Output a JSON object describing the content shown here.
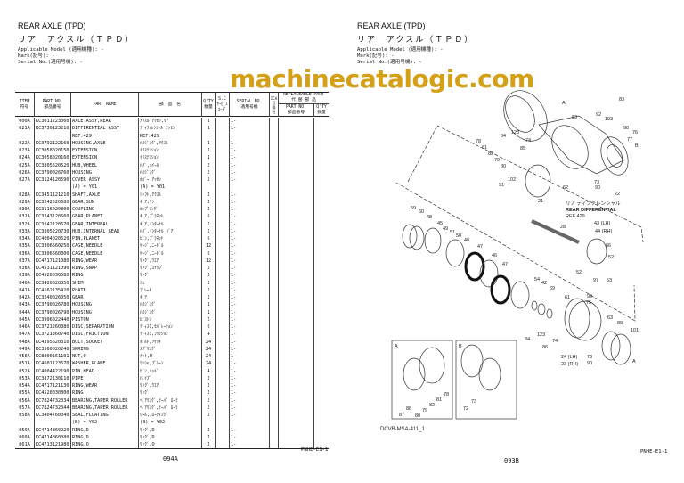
{
  "left_page": {
    "title_en": "REAR AXLE (TPD)",
    "title_jp": "リア　アクスル（ＴＰＤ）",
    "applicable_model": "Applicable Model (適用機種): -",
    "mark": "Mark(記号): -",
    "serial_no": "Serial No.(適用号機): -",
    "headers": {
      "item": "ITEM\n符号",
      "part_no": "PART NO.\n部品番号",
      "part_name": "PART NAME",
      "jp_name": "部　品　名",
      "qty": "Q'TY\n数量",
      "sc": "S.C\nｻｰﾋﾞｽ\nｺｰﾄﾞ",
      "serial": "SERIAL NO.\n適用号機",
      "ica": "ICA\n互\n換\n性",
      "replaceable": "REPLACEABLE PART\n代 替 部 品",
      "rep_part_no": "PART NO.\n部品番号",
      "rep_qty": "Q'TY\n数量"
    },
    "rows": [
      [
        "000A",
        "KC3011223060",
        "AXLE ASSY,REAR",
        "ｱｸｽﾙ ｱｯｾﾝ,ﾘｱ",
        "1",
        "1-"
      ],
      [
        "021A",
        "KC3730123210",
        "DIFFERENTIAL ASSY",
        "ﾃﾞｨﾌｧﾚﾝｼｬﾙ ｱｯｾﾝ",
        "1",
        "1-"
      ],
      [
        "",
        "",
        "REF.429",
        "REF.429",
        "",
        ""
      ],
      [
        "022A",
        "KC3792122160",
        "HOUSING,AXLE",
        "ﾊｳｼﾞﾝｸﾞ,ｱｸｽﾙ",
        "1",
        "1-"
      ],
      [
        "023A",
        "KC3058020150",
        "EXTENSION",
        "ｲｸｽﾃﾝｼｮﾝ",
        "1",
        "1-"
      ],
      [
        "024A",
        "KC3058020160",
        "EXTENSION",
        "ｲｸｽﾃﾝｼｮﾝ",
        "1",
        "1-"
      ],
      [
        "025A",
        "KC3805520520",
        "HUB,WHEEL",
        "ﾊﾌﾞ,ﾎｲｰﾙ",
        "2",
        "1-"
      ],
      [
        "026A",
        "KC3790026760",
        "HOUSING",
        "ﾊｳｼﾞﾝｸﾞ",
        "2",
        "1-"
      ],
      [
        "027A",
        "KC3124120590",
        "COVER ASSY",
        "ｶﾊﾞｰ ｱｯｾﾝ",
        "2",
        "1-"
      ],
      [
        "",
        "",
        "(A) = Y01",
        "(A) = Y01",
        "",
        ""
      ],
      [
        "028A",
        "KC3451121210",
        "SHAFT,AXLE",
        "ｼｬﾌﾄ,ｱｸｽﾙ",
        "2",
        "1-"
      ],
      [
        "029A",
        "KC3242520680",
        "GEAR,SUN",
        "ｷﾞｱ,ｻﾝ",
        "2",
        "1-"
      ],
      [
        "030A",
        "KC3116020800",
        "COUPLING",
        "ｶｯﾌﾟﾘﾝｸﾞ",
        "2",
        "1-"
      ],
      [
        "031A",
        "KC3243120660",
        "GEAR,PLANET",
        "ｷﾞｱ,ﾌﾟﾗﾈｯﾄ",
        "6",
        "1-"
      ],
      [
        "032A",
        "KC3242120670",
        "GEAR,INTERNAL",
        "ｷﾞｱ,ｲﾝﾀｰﾅﾙ",
        "2",
        "1-"
      ],
      [
        "033A",
        "KC3805220730",
        "HUB,INTERNAL GEAR",
        "ﾊﾌﾞ,ｲﾝﾀｰﾅﾙ ｷﾞｱ",
        "2",
        "1-"
      ],
      [
        "034A",
        "KC4004020620",
        "PIN,PLANET",
        "ﾋﾟﾝ,ﾌﾟﾗﾈｯﾄ",
        "6",
        "1-"
      ],
      [
        "035A",
        "KC3306560250",
        "CAGE,NEEDLE",
        "ｹｰｼﾞ,ﾆｰﾄﾞﾙ",
        "12",
        "1-"
      ],
      [
        "036A",
        "KC3306560300",
        "CAGE,NEEDLE",
        "ｹｰｼﾞ,ﾆｰﾄﾞﾙ",
        "6",
        "1-"
      ],
      [
        "037A",
        "KC4717121080",
        "RING,WEAR",
        "ﾘﾝｸﾞ,ｳｴｱ",
        "12",
        "1-"
      ],
      [
        "038A",
        "KC4531121090",
        "RING,SNAP",
        "ﾘﾝｸﾞ,ｽﾅｯﾌﾟ",
        "2",
        "1-"
      ],
      [
        "039A",
        "KC4520030580",
        "RING",
        "ﾘﾝｸﾞ",
        "2",
        "1-"
      ],
      [
        "040A",
        "KC3420028350",
        "SHIM",
        "ｼﾑ",
        "2",
        "1-"
      ],
      [
        "041A",
        "KC4162135420",
        "PLATE",
        "ﾌﾟﾚｰﾄ",
        "2",
        "1-"
      ],
      [
        "042A",
        "KC3240026050",
        "GEAR",
        "ｷﾞｱ",
        "2",
        "1-"
      ],
      [
        "043A",
        "KC3790026780",
        "HOUSING",
        "ﾊｳｼﾞﾝｸﾞ",
        "1",
        "1-"
      ],
      [
        "044A",
        "KC3790026790",
        "HOUSING",
        "ﾊｳｼﾞﾝｸﾞ",
        "1",
        "1-"
      ],
      [
        "045A",
        "KC3996022440",
        "PISTON",
        "ﾋﾟｽﾄﾝ",
        "2",
        "1-"
      ],
      [
        "046A",
        "KC3721260380",
        "DISC,SEPARATION",
        "ﾃﾞｨｽｸ,ｾﾊﾟﾚｰｼｮﾝ",
        "6",
        "1-"
      ],
      [
        "047A",
        "KC3721360740",
        "DISC,FRICTION",
        "ﾃﾞｨｽｸ,ﾌﾘｸｼｮﾝ",
        "4",
        "1-"
      ],
      [
        "048A",
        "KC4395620310",
        "BOLT,SOCKET",
        "ﾎﾞﾙﾄ,ｿｹｯﾄ",
        "24",
        "1-"
      ],
      [
        "049A",
        "KC3560020240",
        "SPRING",
        "ｽﾌﾟﾘﾝｸﾞ",
        "24",
        "1-"
      ],
      [
        "050A",
        "KC8800161101",
        "NUT,U",
        "ﾅｯﾄ,U",
        "24",
        "1-"
      ],
      [
        "051A",
        "KC4601123670",
        "WASHER,PLANE",
        "ﾜｯｼｬ,ﾌﾟﾚｰﾝ",
        "24",
        "1-"
      ],
      [
        "052A",
        "KC4004422190",
        "PIN,HEAD",
        "ﾋﾟﾝ,ﾍｯﾄﾞ",
        "4",
        "1-"
      ],
      [
        "053A",
        "KC3872130110",
        "PIPE",
        "ﾊﾟｲﾌﾟ",
        "2",
        "1-"
      ],
      [
        "054A",
        "KC4717121130",
        "RING,WEAR",
        "ﾘﾝｸﾞ,ｳｴｱ",
        "2",
        "1-"
      ],
      [
        "055A",
        "KC4520030800",
        "RING",
        "ﾘﾝｸﾞ",
        "2",
        "1-"
      ],
      [
        "056A",
        "KC7824732034",
        "BEARING,TAPER ROLLER",
        "ﾍﾞｱﾘﾝｸﾞ,ﾃｰﾊﾟ ﾛｰﾗ",
        "2",
        "1-"
      ],
      [
        "057A",
        "KC7824732044",
        "BEARING,TAPER ROLLER",
        "ﾍﾞｱﾘﾝｸﾞ,ﾃｰﾊﾟ ﾛｰﾗ",
        "2",
        "1-"
      ],
      [
        "058A",
        "KC3404760040",
        "SEAL,FLOATING",
        "ｼｰﾙ,ﾌﾛｰﾃｨﾝｸﾞ",
        "2",
        "1-"
      ],
      [
        "",
        "",
        "(B) = Y02",
        "(B) = Y02",
        "",
        ""
      ],
      [
        "059A",
        "KC4714860220",
        "RING,D",
        "ﾘﾝｸﾞ,D",
        "2",
        "1-"
      ],
      [
        "060A",
        "KC4714860080",
        "RING,D",
        "ﾘﾝｸﾞ,D",
        "2",
        "1-"
      ],
      [
        "061A",
        "KC4713121980",
        "RING,O",
        "ﾘﾝｸﾞ,O",
        "2",
        "1-"
      ]
    ],
    "doc_code": "PNHE-E1-1",
    "page_no": "094A"
  },
  "right_page": {
    "title_en": "REAR AXLE (TPD)",
    "title_jp": "リア　アクスル（ＴＰＤ）",
    "applicable_model": "Applicable Model (適用機種): -",
    "mark": "Mark(記号): -",
    "serial_no": "Serial No.(適用号機): -",
    "diagram_note_jp": "リア ディファレンシャル",
    "diagram_note_en": "REAR DIFFERENTIAL",
    "diagram_note_ref": "REF 429",
    "callouts": [
      "83",
      "A",
      "83",
      "92",
      "103",
      "98",
      "76",
      "77",
      "B",
      "84",
      "123",
      "74",
      "85",
      "78",
      "81",
      "82",
      "79",
      "80",
      "102",
      "91",
      "62",
      "73",
      "90",
      "22",
      "21",
      "59",
      "60",
      "48",
      "45",
      "49",
      "51",
      "50",
      "48",
      "28",
      "43 (LH)",
      "44 (RH)",
      "66",
      "52",
      "47",
      "46",
      "47",
      "52",
      "97",
      "53",
      "54",
      "42",
      "69",
      "61",
      "99",
      "75",
      "63",
      "89",
      "101",
      "84",
      "123",
      "74",
      "86",
      "24 (LH)",
      "73",
      "23 (RH)",
      "90",
      "A"
    ],
    "inset_a_label": "A",
    "inset_b_label": "B",
    "inset_callouts": [
      "87",
      "88",
      "80",
      "79",
      "82",
      "81",
      "78",
      "72",
      "73"
    ],
    "figure_id": "DCVB-MSA-411_1",
    "doc_code": "PNHE-E1-1",
    "page_no": "093B"
  },
  "watermark": "machinecatalogic.com",
  "colors": {
    "watermark": "#d4a017",
    "text": "#111111"
  }
}
